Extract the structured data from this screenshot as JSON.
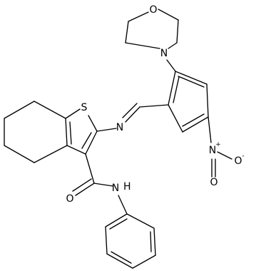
{
  "atoms": {
    "O_morpholine": "O",
    "N_morpholine": "N",
    "S_thiophene": "S",
    "N_imine": "N",
    "N_nitro": "N",
    "N_nitro_charge": "+",
    "O_nitro_right": "O",
    "O_nitro_charge": "-",
    "O_nitro_bottom": "O",
    "O_amide": "O",
    "N_amide": "N",
    "H_amide": "H"
  }
}
